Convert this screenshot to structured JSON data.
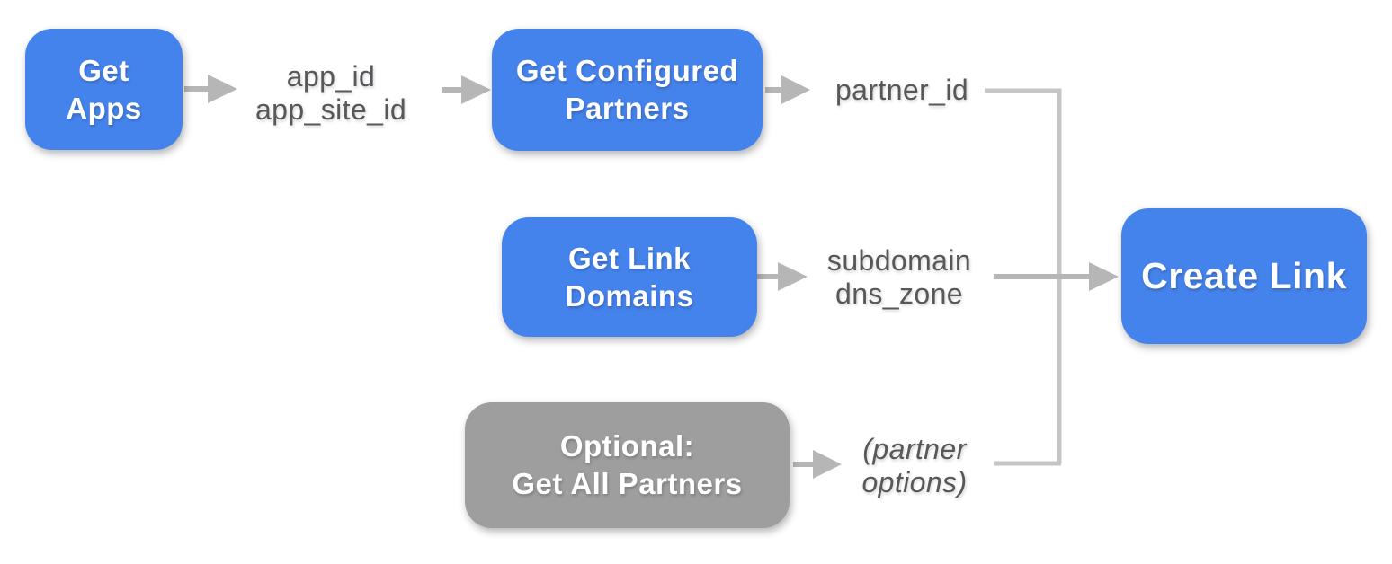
{
  "diagram": {
    "nodes": {
      "get_apps": {
        "label": "Get\nApps"
      },
      "get_configured_partners": {
        "label": "Get Configured\nPartners"
      },
      "get_link_domains": {
        "label": "Get Link\nDomains"
      },
      "optional_get_all_partners": {
        "label": "Optional:\nGet All Partners"
      },
      "create_link": {
        "label": "Create Link"
      }
    },
    "edge_labels": {
      "app_ids": "app_id\napp_site_id",
      "partner_id": "partner_id",
      "subdomain": "subdomain\ndns_zone",
      "partner_options": "(partner\noptions)"
    },
    "colors": {
      "node_primary": "#4583EC",
      "node_optional": "#9E9E9E",
      "node_text": "#FFFFFF",
      "arrow": "#B6B6B6",
      "connector": "#C5C5C5",
      "label_text": "#58585B",
      "background": "#FFFFFF"
    }
  }
}
